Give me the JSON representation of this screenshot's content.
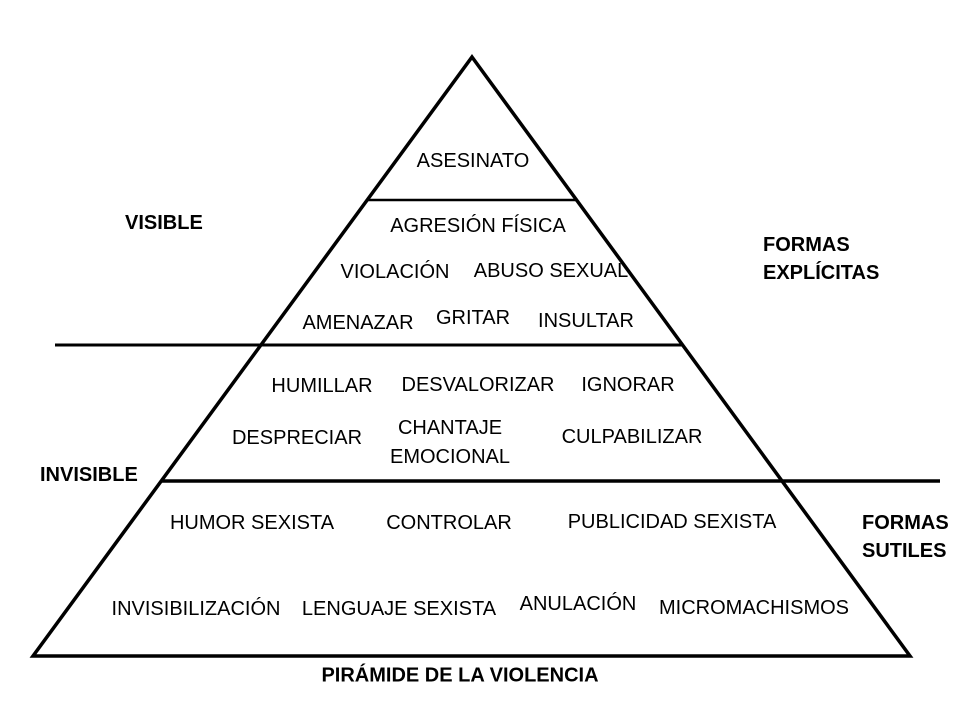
{
  "title": "PIRÁMIDE DE LA VIOLENCIA",
  "colors": {
    "line": "#000000",
    "text": "#000000",
    "background": "#ffffff"
  },
  "side_labels": {
    "visible": "VISIBLE",
    "invisible": "INVISIBLE",
    "formas_explicitas": "FORMAS\nEXPLÍCITAS",
    "formas_sutiles": "FORMAS\nSUTILES"
  },
  "pyramid": {
    "levels": [
      {
        "name": "tip",
        "items": [
          "ASESINATO"
        ]
      },
      {
        "name": "explicit-upper",
        "items": [
          "AGRESIÓN FÍSICA"
        ]
      },
      {
        "name": "explicit-middle",
        "items": [
          "VIOLACIÓN",
          "ABUSO SEXUAL"
        ]
      },
      {
        "name": "explicit-lower",
        "items": [
          "AMENAZAR",
          "GRITAR",
          "INSULTAR"
        ]
      },
      {
        "name": "invisible-upper-1",
        "items": [
          "HUMILLAR",
          "DESVALORIZAR",
          "IGNORAR"
        ]
      },
      {
        "name": "invisible-upper-2",
        "items": [
          "DESPRECIAR",
          "CHANTAJE\nEMOCIONAL",
          "CULPABILIZAR"
        ]
      },
      {
        "name": "subtle-upper",
        "items": [
          "HUMOR SEXISTA",
          "CONTROLAR",
          "PUBLICIDAD SEXISTA"
        ]
      },
      {
        "name": "subtle-lower",
        "items": [
          "INVISIBILIZACIÓN",
          "LENGUAJE SEXISTA",
          "ANULACIÓN",
          "MICROMACHISMOS"
        ]
      }
    ]
  }
}
